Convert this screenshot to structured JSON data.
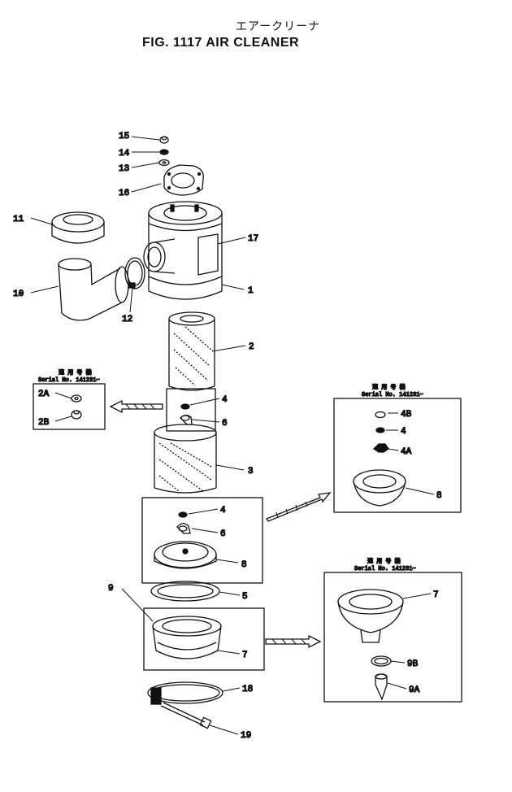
{
  "header": {
    "jp_title": "エアークリーナ",
    "fig_title": "FIG. 1117  AIR CLEANER"
  },
  "inset_caption": {
    "jp": "適 用 号 機",
    "serial": "Serial No. 141231~"
  },
  "callouts": {
    "c15": "15",
    "c14": "14",
    "c13": "13",
    "c16": "16",
    "c11": "11",
    "c17": "17",
    "c1": "1",
    "c10": "10",
    "c12": "12",
    "c2": "2",
    "c4": "4",
    "c6": "6",
    "c3": "3",
    "c8": "8",
    "c5": "5",
    "c9": "9",
    "c7": "7",
    "c18": "18",
    "c19": "19",
    "c2a": "2A",
    "c2b": "2B",
    "c4b": "4B",
    "c4a": "4A",
    "c9b": "9B",
    "c9a": "9A"
  }
}
